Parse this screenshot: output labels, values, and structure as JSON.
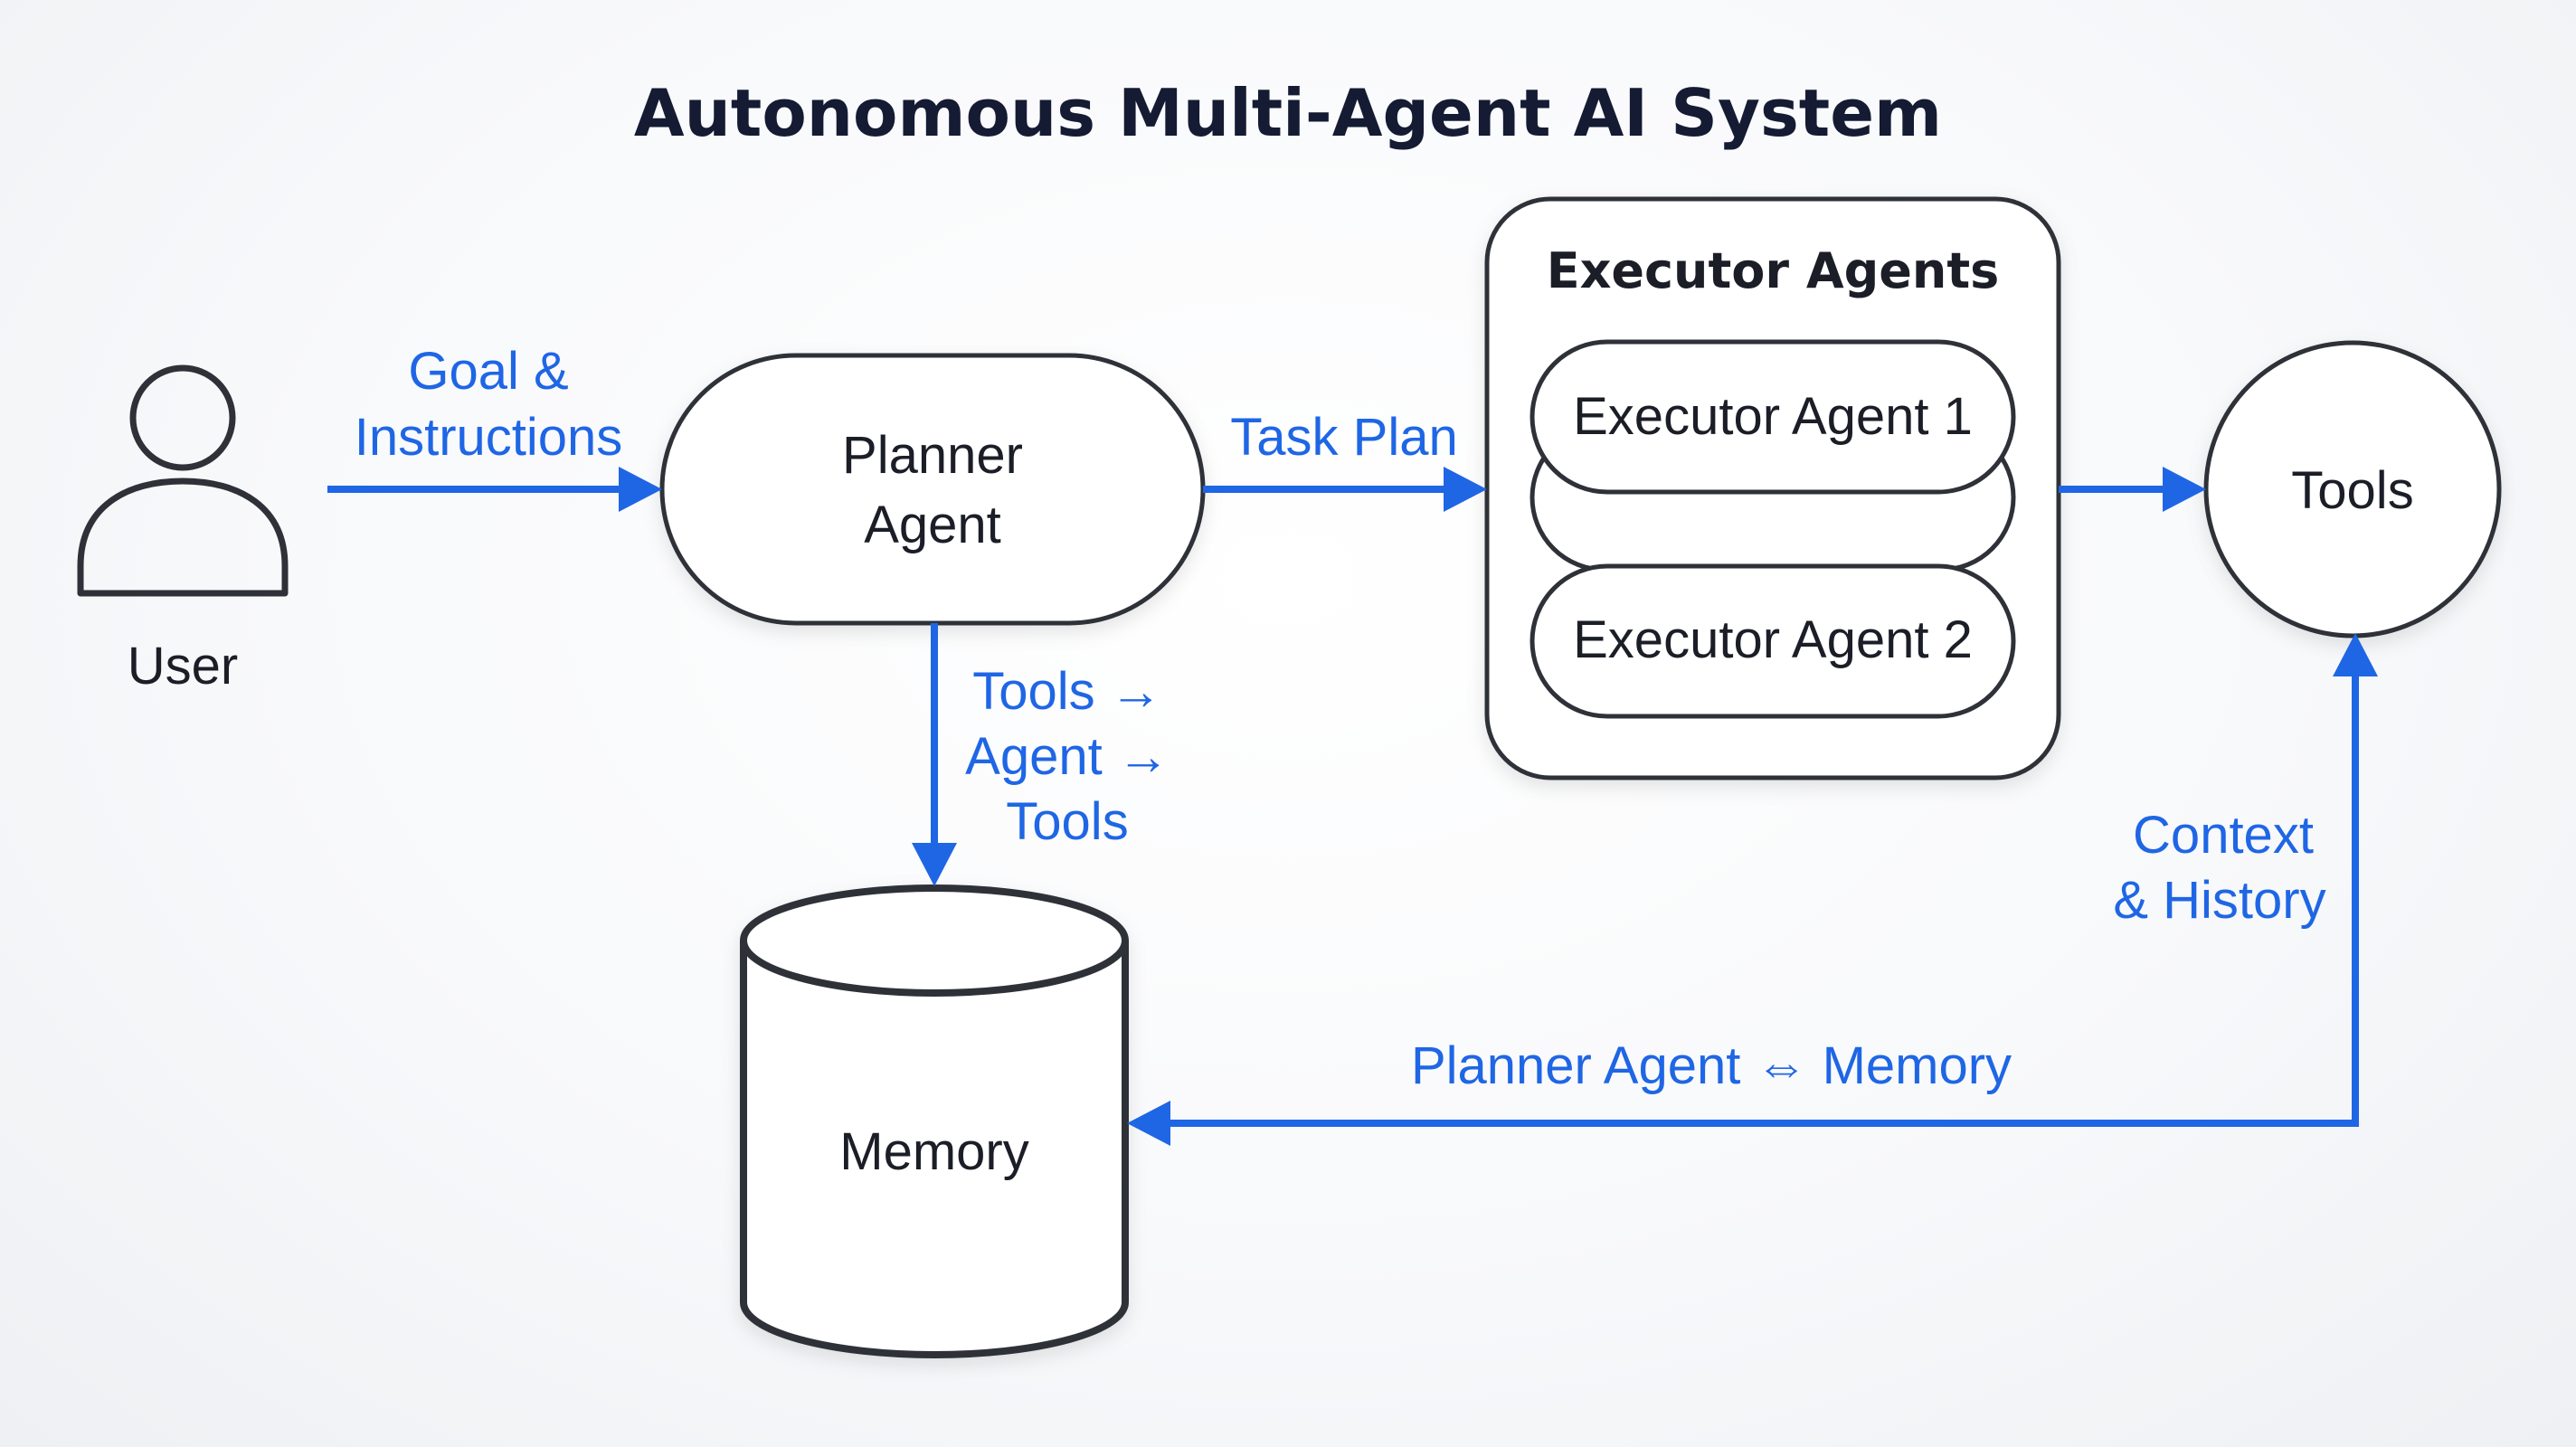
{
  "title": "Autonomous Multi-Agent AI System",
  "colors": {
    "accent": "#1f66e5",
    "stroke": "#2f3138",
    "title_text": "#141b33",
    "node_text": "#1b1e27",
    "background": "#f4f5f7"
  },
  "nodes": {
    "user": {
      "label": "User",
      "icon": "user-icon"
    },
    "planner": {
      "label_line1": "Planner",
      "label_line2": "Agent"
    },
    "executors": {
      "title": "Executor Agents",
      "agent1": "Executor Agent 1",
      "agent2": "Executor Agent 2"
    },
    "tools": {
      "label": "Tools"
    },
    "memory": {
      "label": "Memory",
      "icon": "database-cylinder-icon"
    }
  },
  "edges": {
    "goal": {
      "line1": "Goal &",
      "line2": "Instructions"
    },
    "task_plan": {
      "label": "Task Plan"
    },
    "planner_memory": {
      "line1": "Tools →",
      "line2": "Agent →",
      "line3": "Tools"
    },
    "context": {
      "line1": "Context",
      "line2": "& History"
    },
    "memory_link": {
      "label": "Planner Agent ⇔ Memory"
    }
  }
}
